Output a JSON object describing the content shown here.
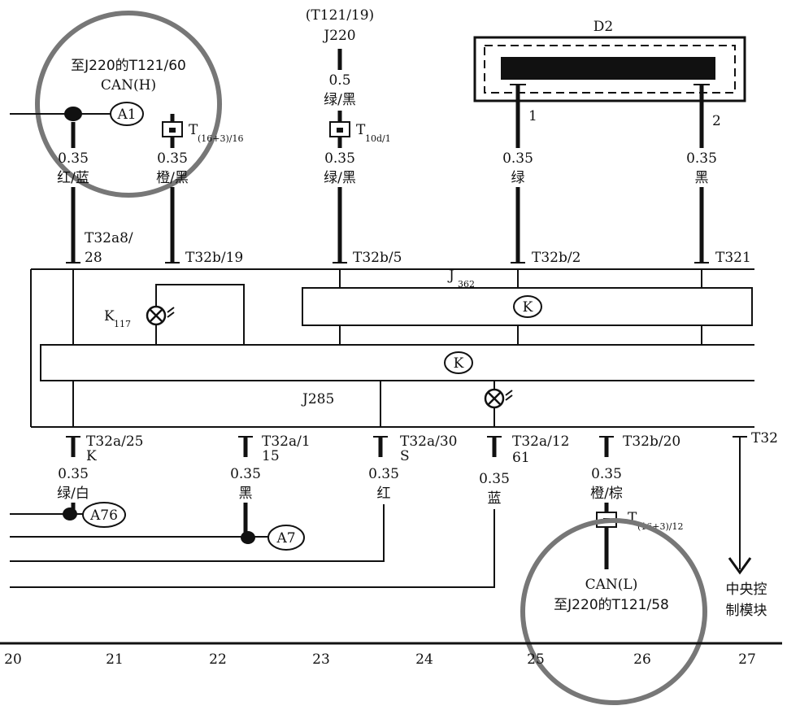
{
  "top_labels": {
    "a1_ring": [
      "至J220的T121/60",
      "CAN(H)"
    ],
    "j220_ref": [
      "(T121/19)",
      "J220"
    ],
    "d2": "D2",
    "pin1": "1",
    "pin2": "2"
  },
  "badges": {
    "a1": "A1",
    "a76": "A76",
    "a7": "A7",
    "k1": "K",
    "k2": "K"
  },
  "upper_wires": [
    {
      "size": "0.35",
      "color": "红/蓝",
      "pin": [
        "T32a8/",
        "28"
      ]
    },
    {
      "size": "0.35",
      "color": "橙/黑",
      "pin": [
        "T32b/19"
      ],
      "connector": [
        "T",
        "(16+3)/16"
      ]
    },
    {
      "size_top": "0.5",
      "color_top": "绿/黑",
      "connector": [
        "T",
        "10d/1"
      ],
      "size": "0.35",
      "color": "绿/黑",
      "pin": [
        "T32b/5"
      ]
    },
    {
      "size": "0.35",
      "color": "绿",
      "pin": [
        "T32b/2"
      ]
    },
    {
      "size": "0.35",
      "color": "黑",
      "pin": [
        "T321"
      ]
    }
  ],
  "module_labels": {
    "j362": [
      "J",
      "362"
    ],
    "k117": [
      "K",
      "117"
    ],
    "j285": "J285"
  },
  "lower_wires": [
    {
      "pin": [
        "T32a/25",
        "K"
      ],
      "size": "0.35",
      "color": "绿/白"
    },
    {
      "pin": [
        "T32a/1",
        "15"
      ],
      "size": "0.35",
      "color": "黑"
    },
    {
      "pin": [
        "T32a/30",
        "S"
      ],
      "size": "0.35",
      "color": "红"
    },
    {
      "pin": [
        "T32a/12",
        "61"
      ],
      "size": "0.35",
      "color": "蓝"
    },
    {
      "pin": [
        "T32b/20"
      ],
      "size": "0.35",
      "color": "橙/棕",
      "connector": [
        "T",
        "(16+3)/12"
      ]
    },
    {
      "pin": [
        "T32"
      ]
    }
  ],
  "bottom_labels": {
    "can_l": [
      "CAN(L)",
      "至J220的T121/58"
    ],
    "central": [
      "中央控",
      "制模块"
    ]
  },
  "scale": [
    "20",
    "21",
    "22",
    "23",
    "24",
    "25",
    "26",
    "27"
  ]
}
